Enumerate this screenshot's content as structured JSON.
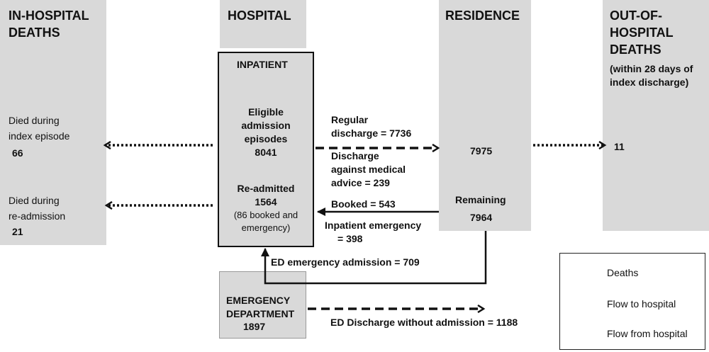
{
  "columns": {
    "in_hospital_deaths": [
      "IN-HOSPITAL",
      "DEATHS"
    ],
    "hospital": "HOSPITAL",
    "residence": "RESIDENCE",
    "out_of_hospital_deaths": [
      "OUT-OF-",
      "HOSPITAL",
      "DEATHS"
    ],
    "out_of_hospital_note": [
      "(within 28 days of",
      "index discharge)"
    ]
  },
  "in_hospital": {
    "index_label": [
      "Died during",
      "index episode"
    ],
    "index_value": "66",
    "readmit_label": [
      "Died during",
      "re-admission"
    ],
    "readmit_value": "21"
  },
  "inpatient": {
    "title": "INPATIENT",
    "eligible": [
      "Eligible",
      "admission",
      "episodes"
    ],
    "eligible_value": "8041",
    "readmitted": "Re-admitted",
    "readmitted_value": "1564",
    "readmitted_note": [
      "(86 booked and",
      "emergency)"
    ]
  },
  "residence": {
    "value": "7975",
    "remaining_label": "Remaining",
    "remaining_value": "7964"
  },
  "out_of_hospital_value": "11",
  "flows": {
    "regular": [
      "Regular",
      "discharge = 7736"
    ],
    "against_advice": [
      "Discharge",
      "against medical",
      "advice = 239"
    ],
    "booked": "Booked = 543",
    "inpatient_emergency": [
      "Inpatient emergency",
      "= 398"
    ],
    "ed_admission": "ED emergency admission = 709",
    "ed_discharge": "ED Discharge without admission = 1188"
  },
  "ed": {
    "title": [
      "EMERGENCY",
      "DEPARTMENT"
    ],
    "value": "1897"
  },
  "legend": {
    "deaths": "Deaths",
    "to_hospital": "Flow to hospital",
    "from_hospital": "Flow from hospital"
  }
}
